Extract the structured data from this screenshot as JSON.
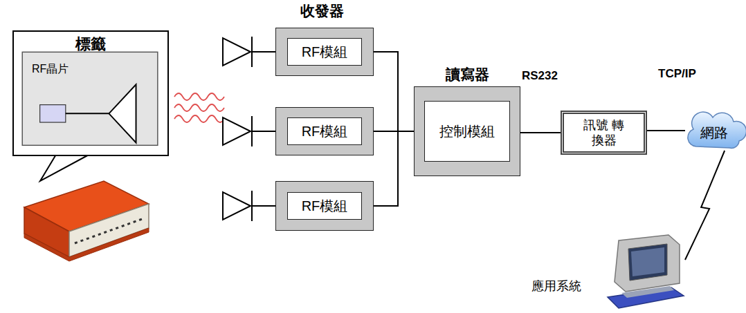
{
  "diagram": {
    "nodes": [
      {
        "text": [
          "標籤",
          "RF晶片"
        ]
      },
      {
        "text": [
          "RF模組"
        ]
      },
      {
        "text": [
          "RF模組"
        ]
      },
      {
        "text": [
          "RF模組"
        ]
      },
      {
        "text": [
          "讀寫器",
          "控制模組"
        ]
      },
      {
        "text": [
          "訊號 轉換器"
        ]
      },
      {
        "text": [
          "網路"
        ]
      },
      {
        "text": [
          "應用系統"
        ]
      }
    ],
    "edges": [
      {
        "from": 1,
        "to": 4,
        "arrow": "none"
      },
      {
        "from": 2,
        "to": 4,
        "arrow": "none"
      },
      {
        "from": 3,
        "to": 4,
        "arrow": "none"
      },
      {
        "from": 4,
        "to": 5,
        "label": "RS232",
        "arrow": "none"
      },
      {
        "from": 5,
        "to": 6,
        "label": "TCP/IP",
        "arrow": "none"
      },
      {
        "from": 6,
        "to": 7,
        "arrow": "none"
      }
    ],
    "labels": [
      "收發器"
    ]
  }
}
